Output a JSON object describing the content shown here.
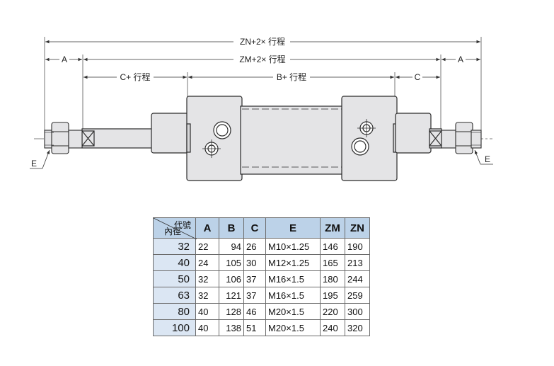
{
  "dimensions": {
    "zn": "ZN+2× 行程",
    "zm": "ZM+2× 行程",
    "a_left": "A",
    "a_right": "A",
    "c_stroke": "C+ 行程",
    "b_stroke": "B+ 行程",
    "c": "C",
    "e_left": "E",
    "e_right": "E"
  },
  "table": {
    "corner_top": "代號",
    "corner_bottom": "內徑",
    "headers": [
      "A",
      "B",
      "C",
      "E",
      "ZM",
      "ZN"
    ],
    "rows": [
      {
        "bore": "32",
        "a": "22",
        "b": "94",
        "c": "26",
        "e": "M10×1.25",
        "zm": "146",
        "zn": "190"
      },
      {
        "bore": "40",
        "a": "24",
        "b": "105",
        "c": "30",
        "e": "M12×1.25",
        "zm": "165",
        "zn": "213"
      },
      {
        "bore": "50",
        "a": "32",
        "b": "106",
        "c": "37",
        "e": "M16×1.5",
        "zm": "180",
        "zn": "244"
      },
      {
        "bore": "63",
        "a": "32",
        "b": "121",
        "c": "37",
        "e": "M16×1.5",
        "zm": "195",
        "zn": "259"
      },
      {
        "bore": "80",
        "a": "40",
        "b": "128",
        "c": "46",
        "e": "M20×1.5",
        "zm": "220",
        "zn": "300"
      },
      {
        "bore": "100",
        "a": "40",
        "b": "138",
        "c": "51",
        "e": "M20×1.5",
        "zm": "240",
        "zn": "320"
      }
    ]
  },
  "colors": {
    "body_fill": "#e4e4e6",
    "line": "#2b2b2b",
    "header_fill": "#bcd2e8",
    "bore_fill": "#dbe6f3"
  }
}
